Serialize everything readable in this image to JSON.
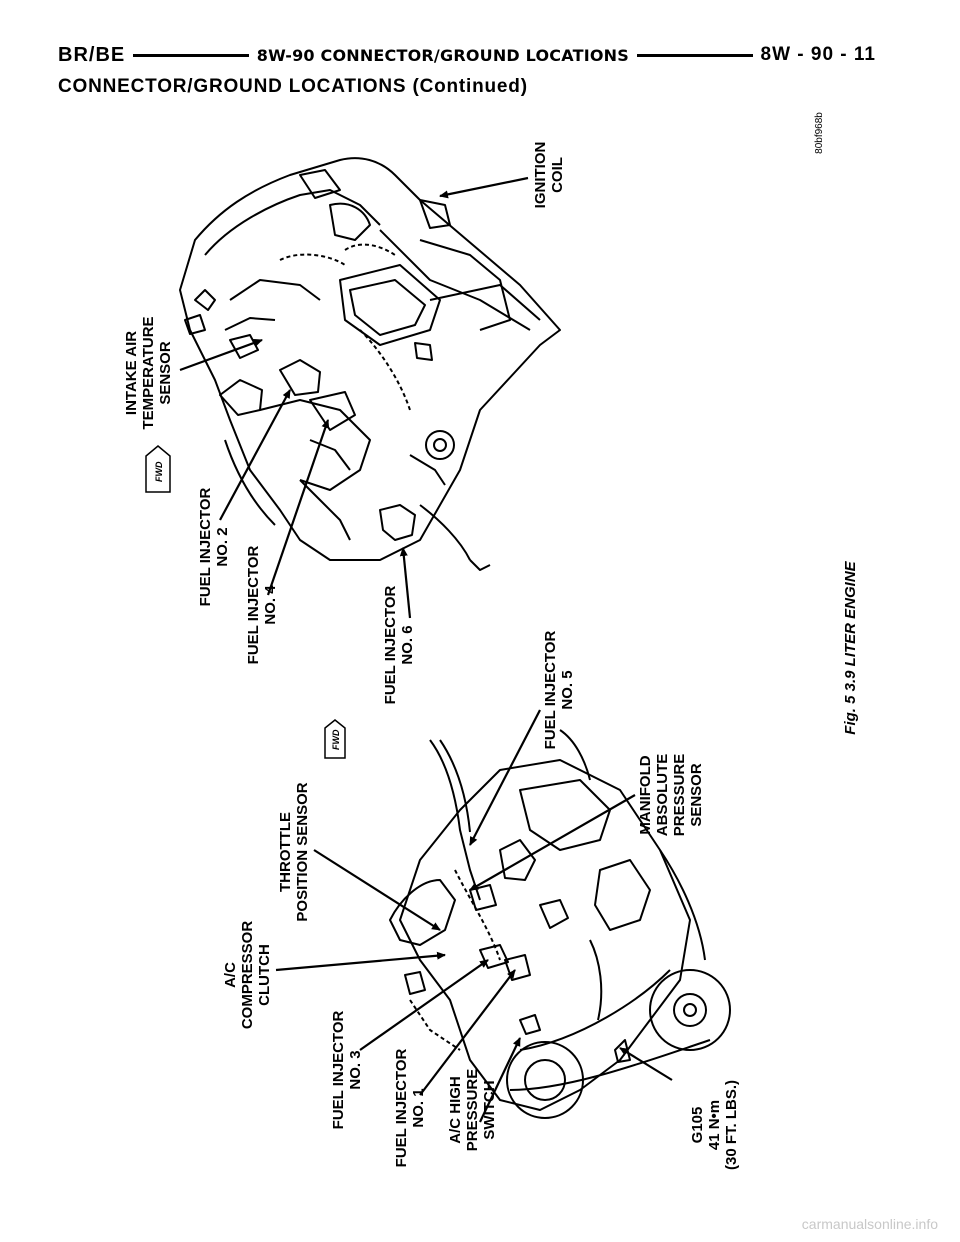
{
  "header": {
    "left": "BR/BE",
    "center": "8W-90 CONNECTOR/GROUND LOCATIONS",
    "right": "8W - 90 - 11"
  },
  "subtitle": "CONNECTOR/GROUND LOCATIONS (Continued)",
  "figure": {
    "caption": "Fig. 5 3.9 LITER ENGINE",
    "code": "80bf968b",
    "fwd_label": "FWD",
    "labels": {
      "ignition_coil": [
        "IGNITION",
        "COIL"
      ],
      "intake_air_temp": [
        "INTAKE AIR",
        "TEMPERATURE",
        "SENSOR"
      ],
      "fuel_injector_2": [
        "FUEL INJECTOR",
        "NO. 2"
      ],
      "fuel_injector_4": [
        "FUEL INJECTOR",
        "NO. 4"
      ],
      "fuel_injector_6": [
        "FUEL INJECTOR",
        "NO. 6"
      ],
      "fuel_injector_5": [
        "FUEL INJECTOR",
        "NO. 5"
      ],
      "map_sensor": [
        "MANIFOLD",
        "ABSOLUTE",
        "PRESSURE",
        "SENSOR"
      ],
      "throttle_position": [
        "THROTTLE",
        "POSITION SENSOR"
      ],
      "ac_clutch": [
        "A/C",
        "COMPRESSOR",
        "CLUTCH"
      ],
      "fuel_injector_3": [
        "FUEL INJECTOR",
        "NO. 3"
      ],
      "fuel_injector_1": [
        "FUEL INJECTOR",
        "NO. 1"
      ],
      "ac_high_pressure": [
        "A/C HIGH",
        "PRESSURE",
        "SWITCH"
      ],
      "g105": [
        "G105",
        "41 N•m",
        "(30 FT. LBS.)"
      ]
    }
  },
  "watermark": "carmanualsonline.info"
}
